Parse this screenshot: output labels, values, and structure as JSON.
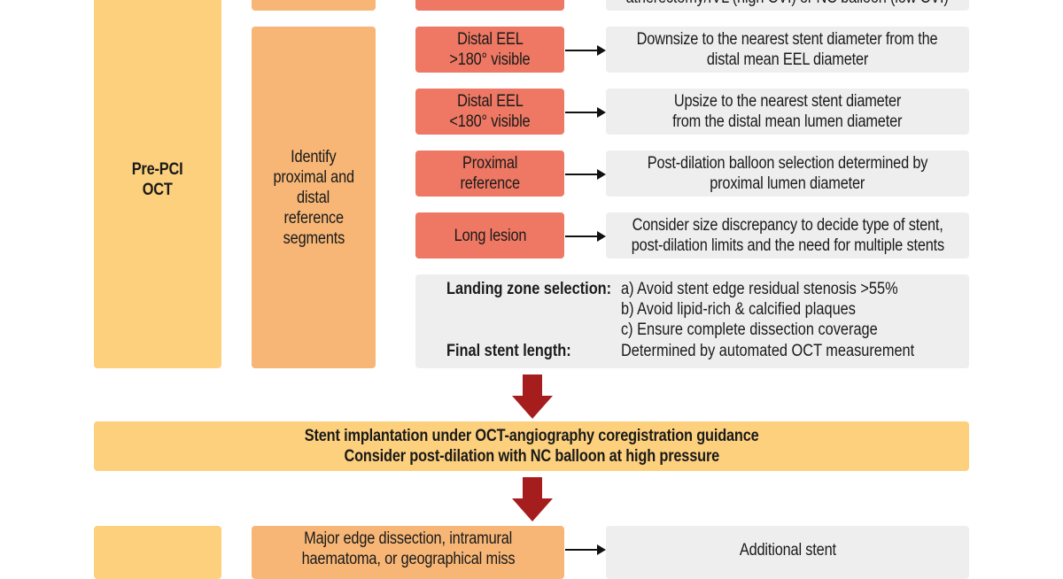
{
  "top_partial": {
    "gray_text": "atherectomy/IVL (high CVI) or NC balloon (low CVI)"
  },
  "preop": {
    "label_line1": "Pre-PCI",
    "label_line2": "OCT",
    "identify_lines": [
      "Identify",
      "proximal and",
      "distal",
      "reference",
      "segments"
    ]
  },
  "rows": [
    {
      "cond": [
        "Distal EEL",
        ">180° visible"
      ],
      "action": [
        "Downsize to the nearest stent diameter from the",
        "distal mean EEL diameter"
      ]
    },
    {
      "cond": [
        "Distal EEL",
        "<180° visible"
      ],
      "action": [
        "Upsize to the nearest stent diameter",
        "from the distal mean lumen diameter"
      ]
    },
    {
      "cond": [
        "Proximal",
        "reference"
      ],
      "action": [
        "Post-dilation balloon selection determined by",
        "proximal lumen diameter"
      ]
    },
    {
      "cond": [
        "Long lesion"
      ],
      "action": [
        "Consider size discrepancy to decide type of stent,",
        "post-dilation limits and the need for multiple stents"
      ]
    }
  ],
  "landing": {
    "label": "Landing zone selection:",
    "items": [
      "a) Avoid stent edge residual stenosis >55%",
      "b) Avoid lipid-rich & calcified plaques",
      "c) Ensure complete dissection coverage"
    ],
    "final_label": "Final stent length:",
    "final_value": "Determined by automated OCT measurement"
  },
  "stent_box": {
    "line1": "Stent implantation under OCT-angiography coregistration guidance",
    "line2": "Consider post-dilation with NC balloon at high pressure"
  },
  "bottom": {
    "cond_line1": "Major edge dissection, intramural",
    "cond_line2": "haematoma, or geographical miss",
    "action": "Additional stent"
  },
  "colors": {
    "yellow": "#fdd07d",
    "orange": "#f7b676",
    "red": "#ee7863",
    "gray": "#eeeeee",
    "arrow_red": "#a61d1d"
  }
}
